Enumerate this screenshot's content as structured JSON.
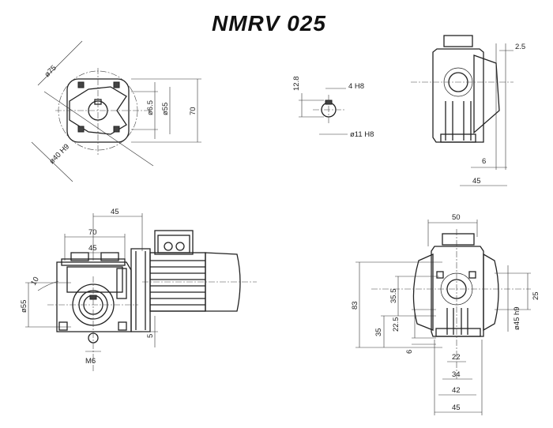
{
  "title": "NMRV 025",
  "dims": {
    "flange_d75": "ø75",
    "flange_d40": "ø40 H9",
    "flange_d6_5": "ø6.5",
    "flange_d55": "ø55",
    "flange_70": "70",
    "key_12_8": "12.8",
    "key_4h8": "4 H8",
    "key_d11": "ø11 H8",
    "side_2_5": "2.5",
    "side_6": "6",
    "side_45": "45",
    "mot_45": "45",
    "mot_70": "70",
    "mot_45b": "45",
    "mot_10": "10",
    "mot_d55": "ø55",
    "mot_m6": "M6",
    "mot_5": "5",
    "fr_50": "50",
    "fr_83": "83",
    "fr_35_5": "35.5",
    "fr_25": "25",
    "fr_35": "35",
    "fr_22_5": "22.5",
    "fr_6": "6",
    "fr_d45": "ø45 h9",
    "fr_22": "22",
    "fr_34": "34",
    "fr_42": "42",
    "fr_45": "45"
  }
}
